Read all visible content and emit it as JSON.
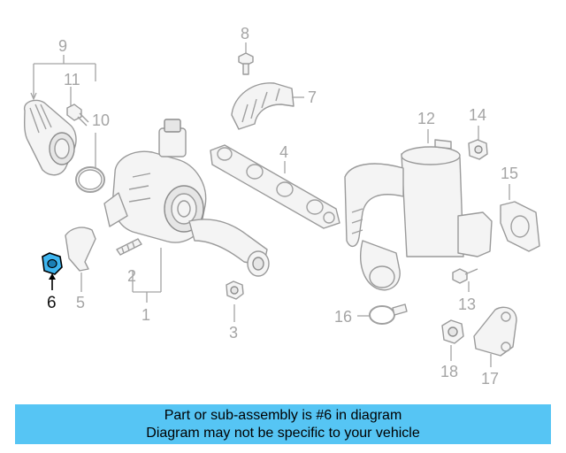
{
  "callouts": {
    "c1": "1",
    "c2": "2",
    "c3": "3",
    "c4": "4",
    "c5": "5",
    "c6": "6",
    "c7": "7",
    "c8": "8",
    "c9": "9",
    "c10": "10",
    "c11": "11",
    "c12": "12",
    "c13": "13",
    "c14": "14",
    "c15": "15",
    "c16": "16",
    "c17": "17",
    "c18": "18"
  },
  "highlight": {
    "part_number": "6",
    "color": "#3fb6f0"
  },
  "banner": {
    "line1": "Part or sub-assembly is #6 in diagram",
    "line2": "Diagram may not be specific to your vehicle",
    "background": "#56c5f4"
  }
}
